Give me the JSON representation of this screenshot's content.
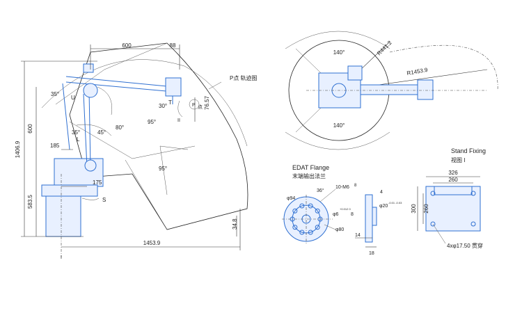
{
  "side_view": {
    "dim_top": "600",
    "dim_top_right": "88",
    "dim_left_total": "1406.9",
    "dim_left_upper": "600",
    "dim_left_lower": "583.5",
    "dim_185": "185",
    "dim_175": "175",
    "dim_7657": "76.57",
    "dim_348": "34.8",
    "dim_bottom": "1453.9",
    "angle_35a": "35°",
    "angle_35b": "35°",
    "angle_45": "45°",
    "angle_80": "80°",
    "angle_95a": "95°",
    "angle_95b": "95°",
    "angle_30": "30°",
    "label_u": "U",
    "label_l": "L",
    "label_s": "S",
    "label_t": "T",
    "label_p": "P",
    "label_p_point": "点",
    "label_ii": "II",
    "label_i": "I",
    "traj_label": "P点 轨迹图"
  },
  "top_view": {
    "angle_top": "140°",
    "angle_bottom": "140°",
    "radius_small": "R441.2",
    "radius_large": "R1453.9"
  },
  "flange": {
    "title_en": "EDAT Flange",
    "title_cn": "末端输出法兰",
    "angle": "36°",
    "holes": "10-M6",
    "holes_depth": "8",
    "dia_94": "φ94",
    "dia_6": "φ6",
    "dia_6_tol": "+0.012 0",
    "dia_6_depth": "8",
    "dia_80": "φ80",
    "dia_20": "φ20",
    "dia_20_tol": "-0.01 -0.03",
    "dim_4": "4",
    "dim_14": "14",
    "dim_18": "18"
  },
  "stand": {
    "title_en": "Stand Fixing",
    "title_cn": "视图 I",
    "dim_326": "326",
    "dim_260_top": "260",
    "dim_300": "300",
    "dim_260_side": "260",
    "holes": "4xφ17.50 贯穿"
  }
}
